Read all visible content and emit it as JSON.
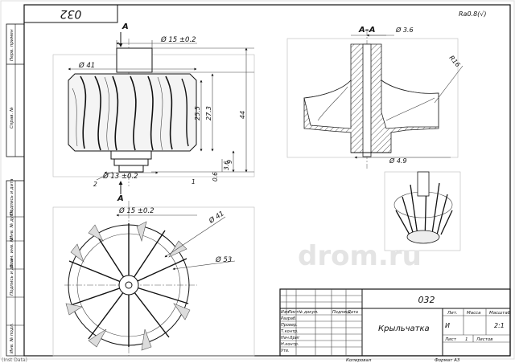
{
  "stamp_top": "032",
  "roughness_mark": "Ra0.8(√)",
  "section_label_top": "A",
  "section_label_bottom": "A",
  "section_view_title": "A–A",
  "dims": {
    "d15_top": "Ø 15 ±0.2",
    "d41_top": "Ø 41",
    "d13": "Ø 13 ±0.2",
    "d15_bottom": "Ø 15 ±0.2",
    "d41_plan": "Ø 41",
    "d53": "Ø 53",
    "d3_6": "Ø 3.6",
    "d4_9": "Ø 4.9",
    "r16": "R16",
    "v25_5": "25.5",
    "v27_3": "27.3",
    "v44": "44",
    "v9": "9",
    "v3_6": "3.6",
    "v1": "1",
    "v0_6": "0.6",
    "v2": "2"
  },
  "left_margin_labels": [
    "Перв. примен",
    "Справ. №",
    "Подпись и дата",
    "Инв. № дубл.",
    "Взам. инв. №",
    "Подпись и дата",
    "Инв. № подл."
  ],
  "title_block": {
    "number": "032",
    "name": "Крыльчатка",
    "col_headers": [
      "Изм",
      "Лист",
      "№ докум.",
      "Подпись",
      "Дата"
    ],
    "row_labels": [
      "Разраб.",
      "Провер.",
      "Т.контр.",
      "Нач.бриг",
      "Н.контр.",
      "Утв."
    ],
    "lit_label": "Лит.",
    "mass_label": "Масса",
    "scale_label": "Масштаб",
    "lit_value": "И",
    "scale_value": "2:1",
    "sheet_label": "Лист",
    "sheet_value": "1",
    "sheets_label": "Листов",
    "copied_label": "Копировал",
    "format_label": "Формат А3"
  },
  "watermark": "drom.ru",
  "corner_caption": "(Inst Data)"
}
